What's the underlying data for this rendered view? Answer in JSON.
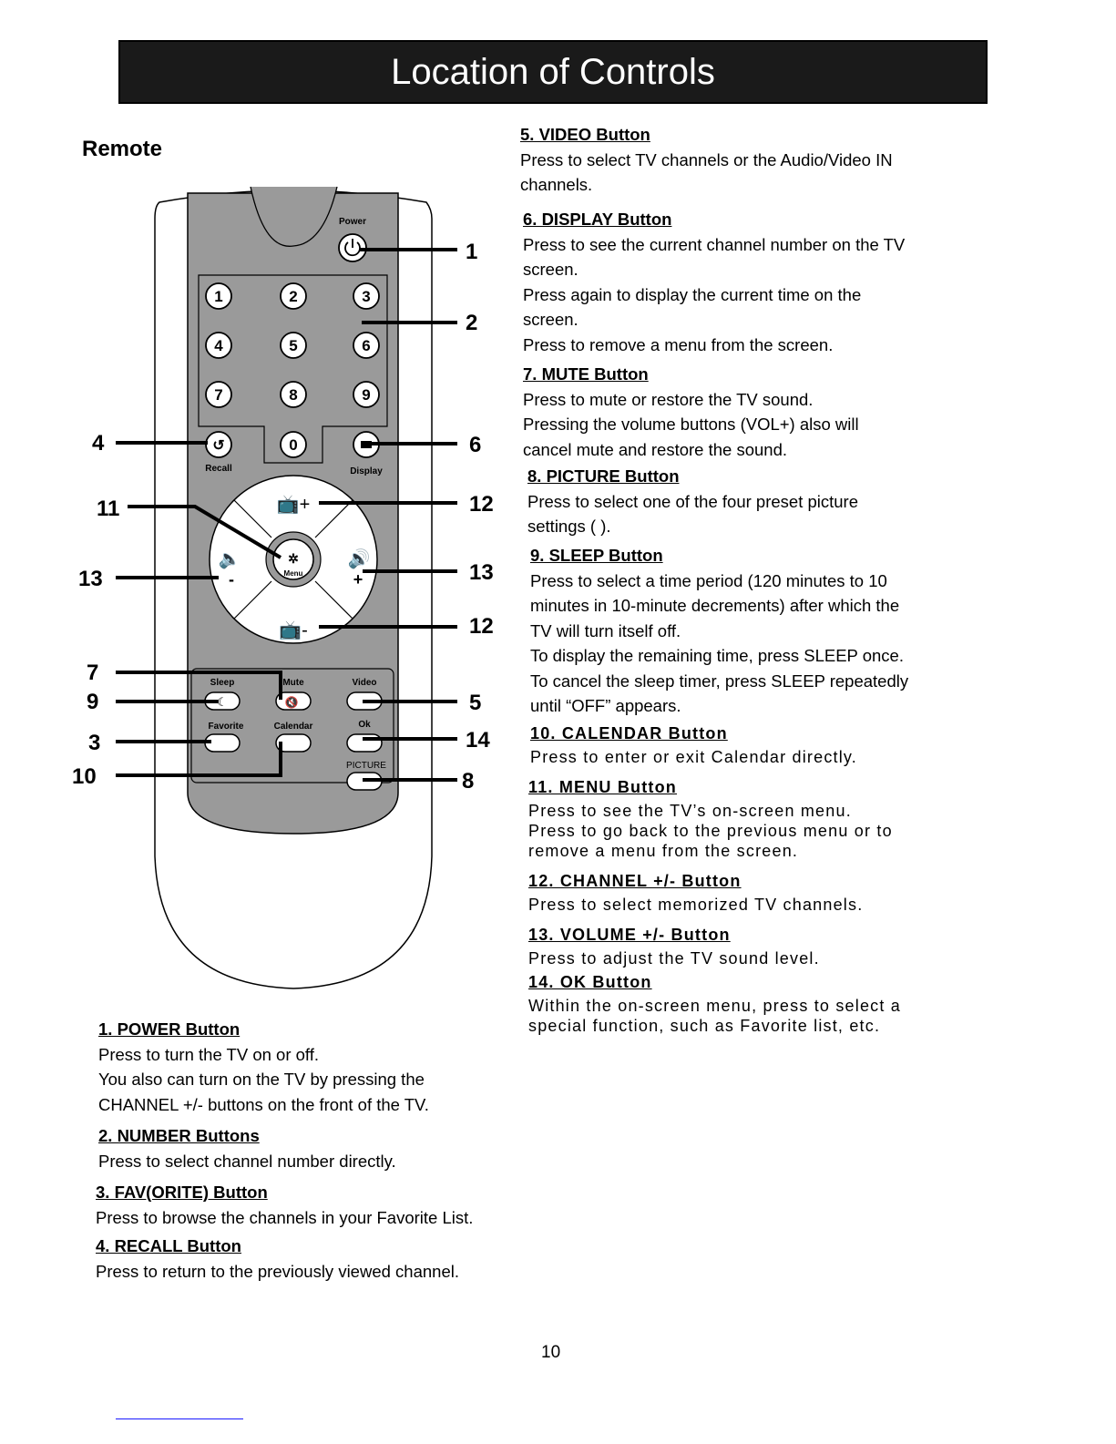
{
  "title": "Location of Controls",
  "remote_heading": "Remote",
  "remote": {
    "power_label": "Power",
    "recall_label": "Recall",
    "display_label": "Display",
    "menu_label": "Menu",
    "sleep_label": "Sleep",
    "mute_label": "Mute",
    "video_label": "Video",
    "favorite_label": "Favorite",
    "calendar_label": "Calendar",
    "ok_label": "Ok",
    "picture_label": "PICTURE",
    "digits": [
      "1",
      "2",
      "3",
      "4",
      "5",
      "6",
      "7",
      "8",
      "9",
      "0"
    ],
    "callouts_left": [
      "4",
      "11",
      "13",
      "7",
      "9",
      "3",
      "10"
    ],
    "callouts_right": [
      "1",
      "2",
      "6",
      "12",
      "13",
      "12",
      "5",
      "14",
      "8"
    ]
  },
  "sections_left": [
    {
      "heading": "1. POWER Button",
      "lines": [
        "Press to turn the TV on or off.",
        "You also can turn on the TV by pressing the",
        "CHANNEL +/- buttons on the front of the TV."
      ]
    },
    {
      "heading": "2. NUMBER Buttons",
      "lines": [
        "Press to select channel number directly."
      ]
    },
    {
      "heading": "3. FAV(ORITE) Button",
      "lines": [
        "Press to browse the channels in your Favorite List."
      ]
    },
    {
      "heading": "4. RECALL Button",
      "lines": [
        "Press to return to the previously viewed channel."
      ]
    }
  ],
  "sections_right": [
    {
      "heading": "5. VIDEO Button",
      "lines": [
        "Press to select TV channels or the Audio/Video IN",
        "channels."
      ]
    },
    {
      "heading": "6. DISPLAY Button",
      "lines": [
        "Press to see the current channel number on the TV",
        "screen.",
        "Press again to display the current time on the",
        "screen.",
        "Press to remove a menu from the screen."
      ]
    },
    {
      "heading": "7. MUTE Button",
      "lines": [
        "Press to mute or restore the TV sound.",
        "Pressing the volume buttons (VOL+) also will",
        "cancel mute and restore the sound."
      ]
    },
    {
      "heading": "8. PICTURE Button",
      "lines": [
        "Press to select one of the four preset picture",
        "settings (                                                   )."
      ]
    },
    {
      "heading": "9. SLEEP Button",
      "lines": [
        "Press to select a time period (120 minutes to 10",
        "minutes in 10-minute decrements) after which the",
        "TV will turn itself off.",
        "To display the remaining time, press SLEEP once.",
        "To cancel the sleep timer, press SLEEP repeatedly",
        "until “OFF” appears."
      ]
    },
    {
      "heading": "10. CALENDAR Button",
      "lines": [
        "Press to enter or exit Calendar directly."
      ]
    },
    {
      "heading": "11. MENU Button",
      "lines": [
        "Press to see the TV’s on-screen menu.",
        "Press to go back to the previous menu or to",
        "remove a menu from the screen."
      ]
    },
    {
      "heading": "12. CHANNEL +/-  Button",
      "lines": [
        "Press to select memorized TV channels."
      ]
    },
    {
      "heading": "13. VOLUME +/- Button",
      "lines": [
        "Press to adjust the TV sound level."
      ]
    },
    {
      "heading": "14. OK Button",
      "lines": [
        "Within the on-screen menu, press to select a",
        "special function, such as Favorite list, etc."
      ]
    }
  ],
  "page_number": "10"
}
